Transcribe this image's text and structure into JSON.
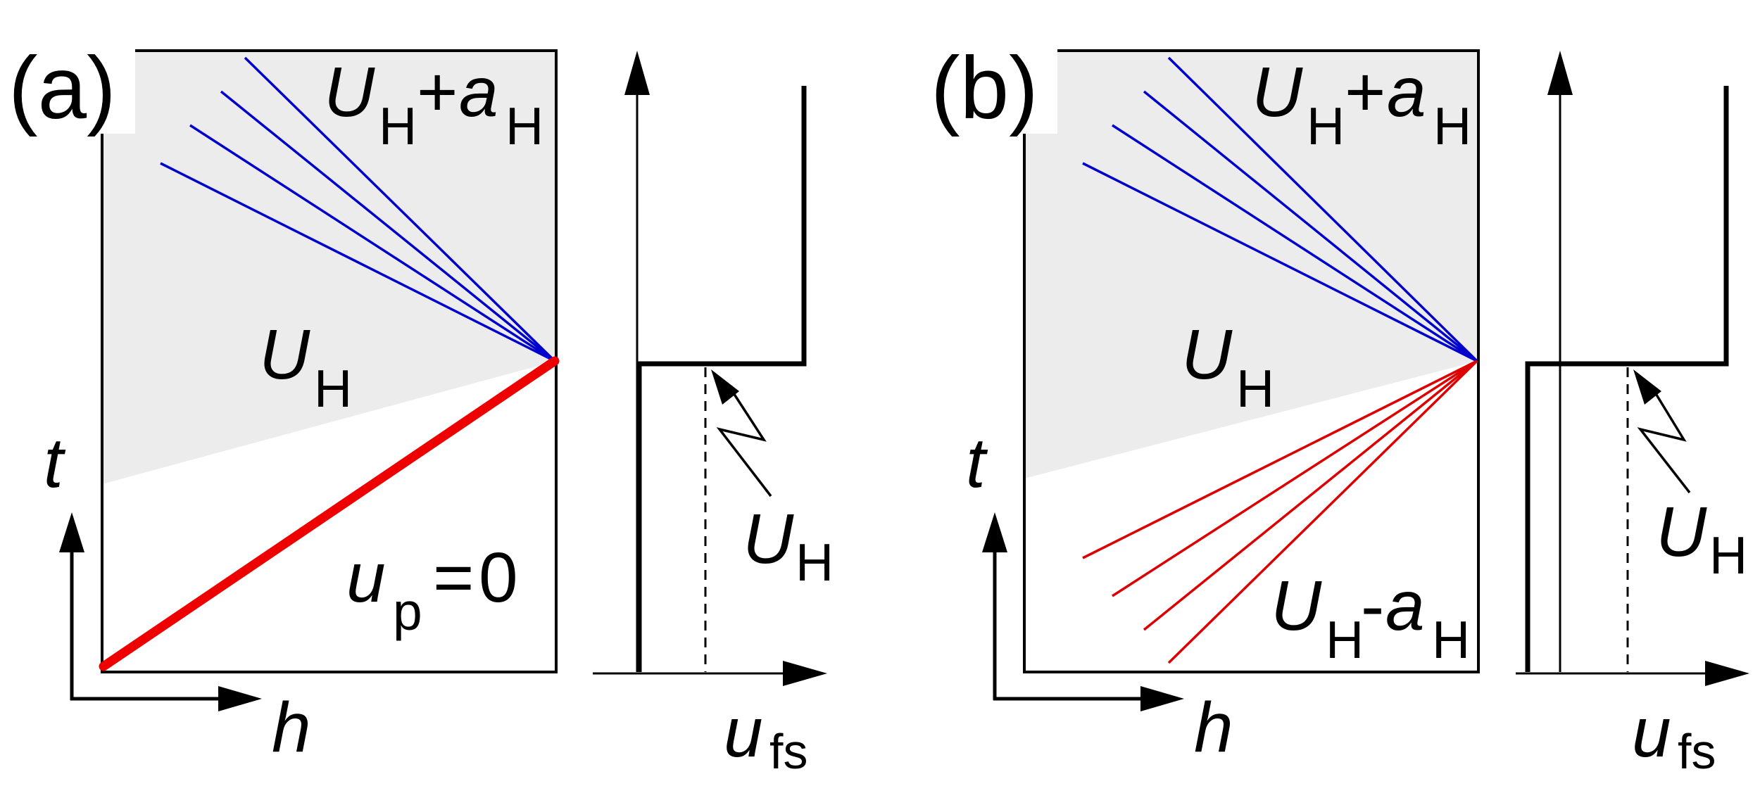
{
  "panels": [
    {
      "tag": "(a)",
      "labels": {
        "upper_state_main": "U",
        "upper_state_sub1": "H",
        "upper_state_plus": "+",
        "upper_state_a": "a",
        "upper_state_sub2": "H",
        "mid_state_main": "U",
        "mid_state_sub": "H",
        "lower_state_main": "u",
        "lower_state_sub": "p",
        "lower_state_eq": "=",
        "lower_state_val": "0",
        "t_axis": "t",
        "h_axis": "h",
        "ufs_main": "u",
        "ufs_sub": "fs",
        "profile_main": "U",
        "profile_sub": "H"
      },
      "colors": {
        "rarefaction_fan": "#0000cc",
        "shock": "#ee0000",
        "shaded": "#ececec"
      }
    },
    {
      "tag": "(b)",
      "labels": {
        "upper_state_main": "U",
        "upper_state_sub1": "H",
        "upper_state_plus": "+",
        "upper_state_a": "a",
        "upper_state_sub2": "H",
        "mid_state_main": "U",
        "mid_state_sub": "H",
        "lower_state_main": "U",
        "lower_state_sub1": "H",
        "lower_state_minus": "-",
        "lower_state_a": "a",
        "lower_state_sub2": "H",
        "t_axis": "t",
        "h_axis": "h",
        "ufs_main": "u",
        "ufs_sub": "fs",
        "profile_main": "U",
        "profile_sub": "H"
      },
      "colors": {
        "rarefaction_fan": "#0000cc",
        "compression_fan": "#dd0000",
        "shaded": "#ececec"
      }
    }
  ]
}
